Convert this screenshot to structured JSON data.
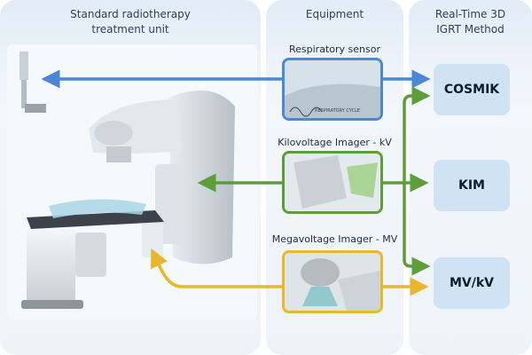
{
  "columns": {
    "unit": "Standard radiotherapy\ntreatment unit",
    "equipment": "Equipment",
    "method": "Real-Time 3D\nIGRT Method"
  },
  "equipment": {
    "respiratory": "Respiratory sensor",
    "respiratory_plot_label": "RESPIRATORY CYCLE",
    "kv": "Kilovoltage Imager - kV",
    "mv": "Megavoltage Imager - MV"
  },
  "methods": {
    "cosmik": "COSMIK",
    "kim": "KIM",
    "mvkv": "MV/kV"
  },
  "colors": {
    "respiratory": "#4c86d6",
    "kv": "#5d9e3a",
    "mv": "#e6b82a",
    "method_box": "#cfe3f4",
    "header_text": "#2e3f56"
  }
}
